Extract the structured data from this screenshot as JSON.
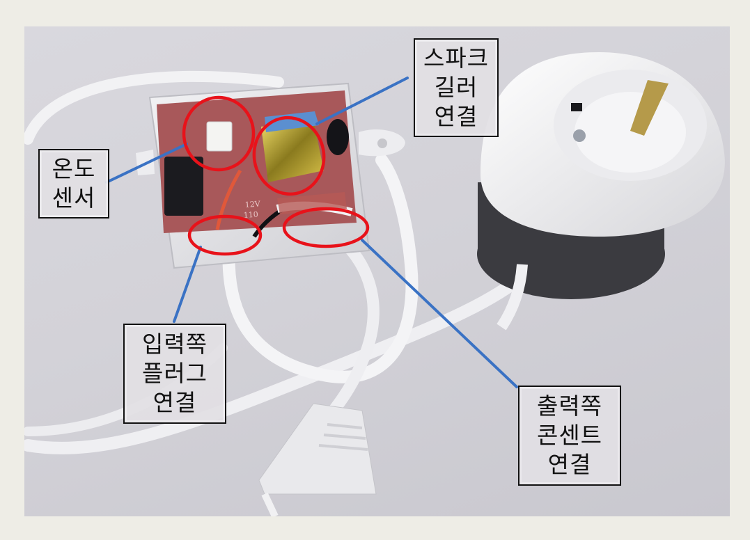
{
  "image": {
    "description": "Photo of an opened temperature-controller box with wiring, a round European-style outlet, and a white plug, annotated in Korean",
    "colors": {
      "background": "#d4d3d9",
      "frame": "#eeede6",
      "highlight_circle": "#e8121a",
      "leader_line": "#3a72c4",
      "label_border": "#111111",
      "label_fill": "#e2e0e4"
    }
  },
  "annotations": [
    {
      "id": "temp-sensor",
      "lines": [
        "온도",
        "센서"
      ],
      "target": "temperature sensor connector"
    },
    {
      "id": "spark-killer",
      "lines": [
        "스파크",
        "길러",
        "연결"
      ],
      "target": "spark killer component"
    },
    {
      "id": "input-plug",
      "lines": [
        "입력쪽",
        "플러그",
        "연결"
      ],
      "target": "input plug cable entry"
    },
    {
      "id": "output-outlet",
      "lines": [
        "출력쪽",
        "콘센트",
        "연결"
      ],
      "target": "output outlet cable entry"
    }
  ],
  "pcb_text": [
    "12V",
    "110"
  ]
}
